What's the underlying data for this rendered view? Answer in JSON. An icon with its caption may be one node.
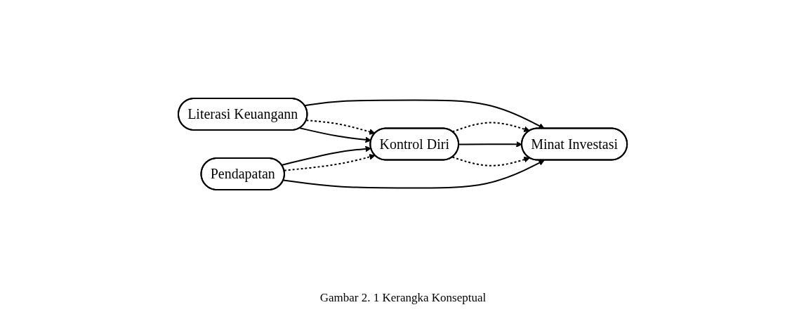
{
  "diagram": {
    "caption": "Gambar 2. 1 Kerangka Konseptual",
    "nodes": [
      {
        "text": [
          "Literasi Keuangann"
        ]
      },
      {
        "text": [
          "Pendapatan"
        ]
      },
      {
        "text": [
          "Kontrol Diri"
        ]
      },
      {
        "text": [
          "Minat Investasi"
        ]
      }
    ],
    "edges": [
      {
        "from": 0,
        "to": 3,
        "arrow": "to"
      },
      {
        "from": 0,
        "to": 2,
        "arrow": "to",
        "style": "dashed"
      },
      {
        "from": 0,
        "to": 2,
        "arrow": "to"
      },
      {
        "from": 2,
        "to": 3,
        "arrow": "to",
        "style": "dashed"
      },
      {
        "from": 2,
        "to": 3,
        "arrow": "to"
      },
      {
        "from": 2,
        "to": 3,
        "arrow": "to",
        "style": "dashed"
      },
      {
        "from": 1,
        "to": 2,
        "arrow": "to"
      },
      {
        "from": 1,
        "to": 2,
        "arrow": "to",
        "style": "dashed"
      },
      {
        "from": 1,
        "to": 3,
        "arrow": "to"
      }
    ]
  }
}
